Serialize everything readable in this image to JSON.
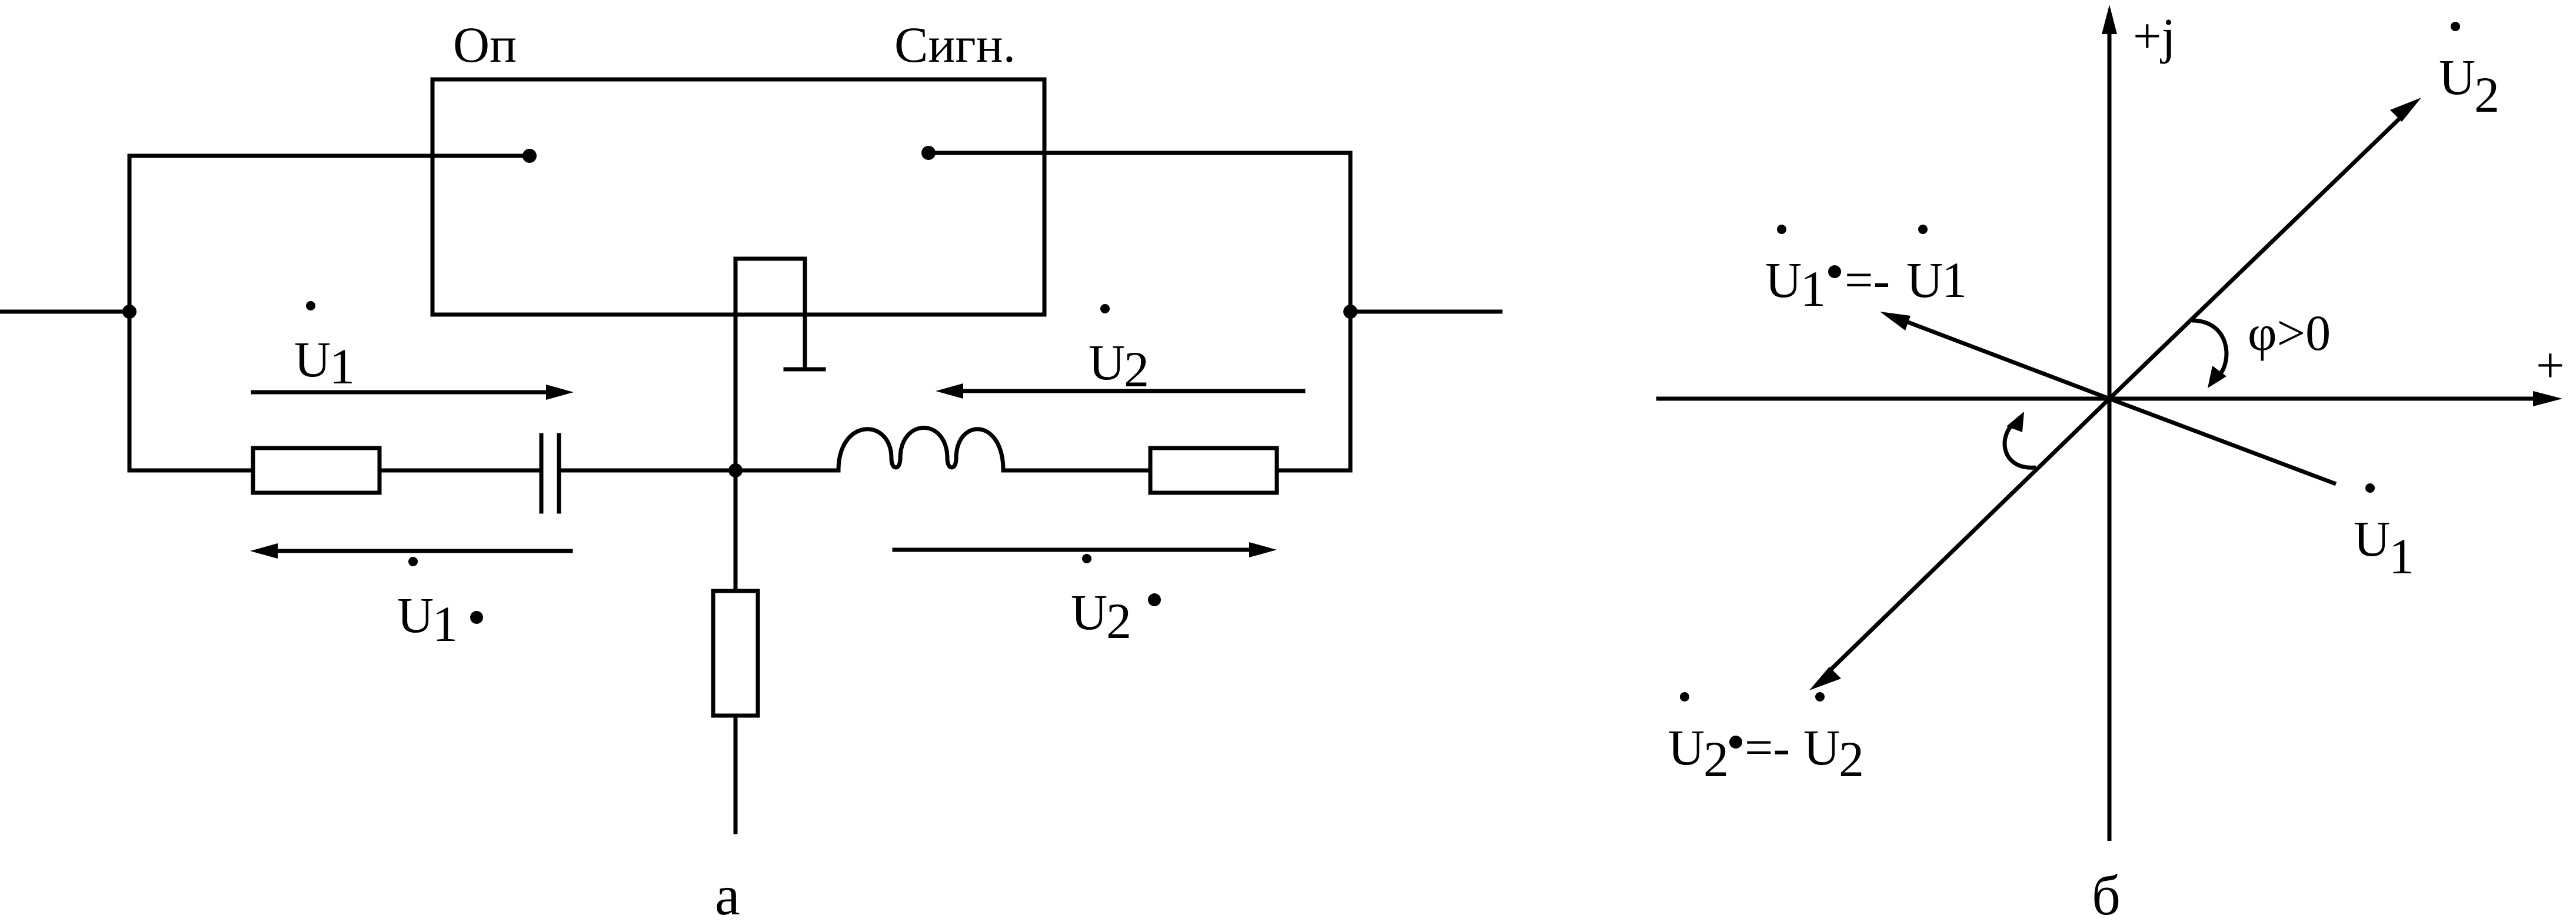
{
  "circuit": {
    "relay_left": "Оп",
    "relay_right": "Сигн.",
    "u1_top": {
      "base": "U",
      "sub": "1"
    },
    "u2_top": {
      "base": "U",
      "sub": "2"
    },
    "u1_bottom": {
      "base": "U",
      "sub": "1"
    },
    "u2_bottom": {
      "base": "U",
      "sub": "2"
    },
    "caption": "а"
  },
  "phasor": {
    "axis_imag": "+j",
    "axis_real": "+",
    "u2": {
      "base": "U",
      "sub": "2"
    },
    "u1": {
      "base": "U",
      "sub": "1"
    },
    "u1_star": {
      "base": "U",
      "sub": "1",
      "eq": "=-",
      "rhs_base": "U",
      "rhs_sub": "1"
    },
    "u2_star": {
      "base": "U",
      "sub": "2",
      "eq": "=-",
      "rhs_base": "U",
      "rhs_sub": "2"
    },
    "angle": "φ>0",
    "caption": "б"
  }
}
